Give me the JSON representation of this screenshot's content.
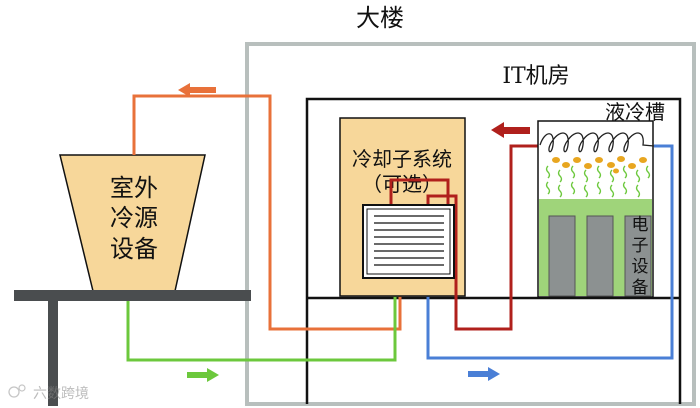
{
  "building": {
    "label": "大楼"
  },
  "it_room": {
    "label": "IT机房"
  },
  "outdoor_cooling": {
    "lines": [
      "室外",
      "冷源",
      "设备"
    ]
  },
  "cooling_system": {
    "lines": [
      "冷却子系统",
      "（可选）"
    ]
  },
  "liquid_tank": {
    "label": "液冷槽"
  },
  "electronic_equipment": {
    "chars": [
      "电",
      "子",
      "设",
      "备"
    ]
  },
  "watermark": {
    "text": "六数跨境"
  },
  "colors": {
    "orange_pipe": "#e8713a",
    "dark_red_pipe": "#b0201c",
    "green_pipe": "#6cc83c",
    "blue_pipe": "#4a7fd6",
    "cooling_box": "#f7d79a",
    "tank_green": "#9fd47a",
    "building_border": "#b8bfbd",
    "module_gray": "#8c9191"
  }
}
